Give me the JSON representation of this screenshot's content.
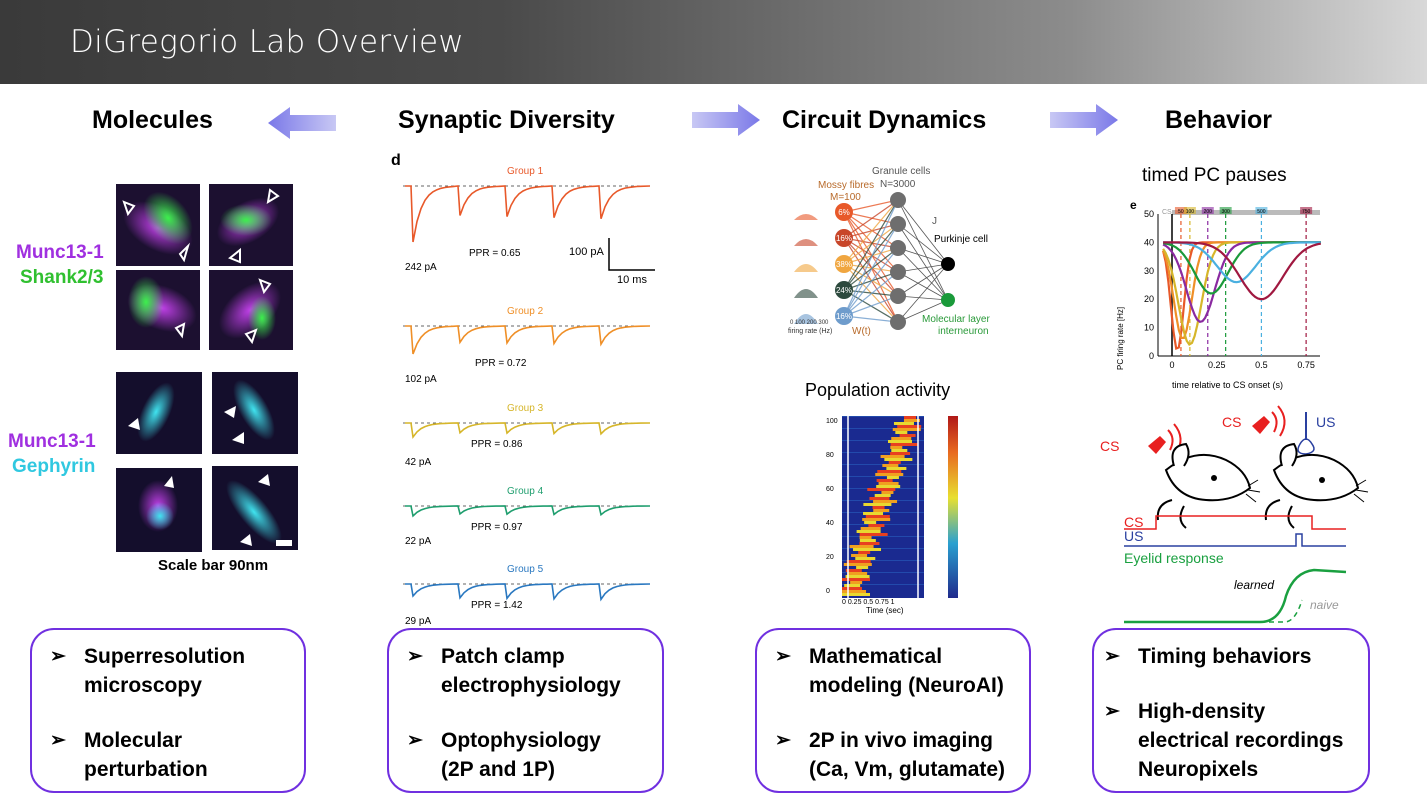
{
  "header": {
    "title": "DiGregorio Lab Overview"
  },
  "columns": [
    {
      "title": "Molecules"
    },
    {
      "title": "Synaptic Diversity"
    },
    {
      "title": "Circuit Dynamics"
    },
    {
      "title": "Behavior"
    }
  ],
  "molecules": {
    "label1_a": "Munc13-1",
    "label1_b": "Shank2/3",
    "label2_a": "Munc13-1",
    "label2_b": "Gephyrin",
    "scale_bar": "Scale bar 90nm"
  },
  "synaptic": {
    "panel_letter": "d",
    "groups": [
      {
        "name": "Group 1",
        "amp": "242 pA",
        "ppr": "PPR = 0.65",
        "color": "#e8592a"
      },
      {
        "name": "Group 2",
        "amp": "102 pA",
        "ppr": "PPR = 0.72",
        "color": "#ef8f27"
      },
      {
        "name": "Group 3",
        "amp": "42 pA",
        "ppr": "PPR = 0.86",
        "color": "#d6b62a"
      },
      {
        "name": "Group 4",
        "amp": "22 pA",
        "ppr": "PPR = 0.97",
        "color": "#1f9e6e"
      },
      {
        "name": "Group 5",
        "amp": "29 pA",
        "ppr": "PPR = 1.42",
        "color": "#2a78c0"
      }
    ],
    "scale_current": "100 pA",
    "scale_time": "10 ms"
  },
  "circuit": {
    "granule_label": "Granule cells",
    "granule_n": "N=3000",
    "mossy_label": "Mossy fibres",
    "mossy_m": "M=100",
    "purkinje_label": "Purkinje cell",
    "interneuron_label_1": "Molecular layer",
    "interneuron_label_2": "interneuron",
    "je_label": "J",
    "wt_label": "W(t)",
    "firing_label": "firing rate (Hz)",
    "firing_ticks": "0  100 200 300",
    "mf_percents": [
      "6%",
      "16%",
      "38%",
      "24%",
      "16%"
    ],
    "mf_colors": [
      "#e8592a",
      "#c8462a",
      "#f0a640",
      "#2d4a3e",
      "#6e9ccc"
    ],
    "population_title": "Population activity",
    "pop_yticks": [
      "100",
      "80",
      "60",
      "40",
      "20",
      "0"
    ],
    "pop_xticks": "0  0.25  0.5  0.75  1",
    "pop_xlabel": "Time (sec)"
  },
  "behavior": {
    "pc_title": "timed PC pauses",
    "panel_letter": "e",
    "yaxis_label": "PC firing rate [Hz]",
    "xaxis_label": "time relative to CS onset (s)",
    "yticks": [
      "50",
      "40",
      "30",
      "20",
      "10",
      "0"
    ],
    "xticks": [
      "0",
      "0.25",
      "0.5",
      "0.75"
    ],
    "cs_mark": "CS",
    "interval_marks": [
      "50",
      "100",
      "200",
      "300",
      "500",
      "750"
    ],
    "cs_label": "CS",
    "us_label": "US",
    "trace_cs": "CS",
    "trace_us": "US",
    "eyelid_label": "Eyelid response",
    "learned_label": "learned",
    "naive_label": "naive"
  },
  "boxes": [
    {
      "items": [
        [
          "Superresolution",
          "microscopy"
        ],
        [
          "Molecular",
          "perturbation"
        ]
      ]
    },
    {
      "items": [
        [
          "Patch clamp",
          "electrophysiology"
        ],
        [
          "Optophysiology",
          "(2P and 1P)"
        ]
      ]
    },
    {
      "items": [
        [
          "Mathematical",
          "modeling (NeuroAI)"
        ],
        [
          "2P in vivo imaging",
          "(Ca, Vm, glutamate)"
        ]
      ]
    },
    {
      "items": [
        [
          "Timing behaviors"
        ],
        [
          "High-density",
          "electrical recordings",
          "Neuropixels"
        ]
      ]
    }
  ],
  "bullet_marker": "➢"
}
